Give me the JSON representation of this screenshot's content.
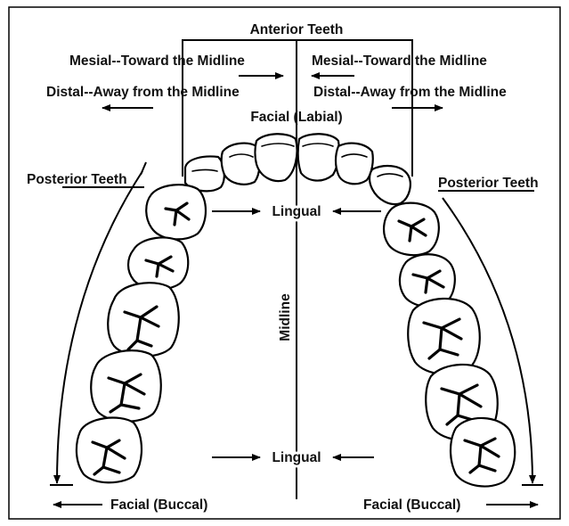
{
  "labels": {
    "anterior_teeth": "Anterior Teeth",
    "mesial_left": "Mesial--Toward the Midline",
    "mesial_right": "Mesial--Toward the Midline",
    "distal_left": "Distal--Away from the Midline",
    "distal_right": "Distal--Away from the Midline",
    "facial_labial": "Facial (Labial)",
    "posterior_left": "Posterior Teeth",
    "posterior_right": "Posterior Teeth",
    "lingual_top": "Lingual",
    "lingual_bottom": "Lingual",
    "midline": "Midline",
    "facial_buccal_left": "Facial (Buccal)",
    "facial_buccal_right": "Facial (Buccal)"
  },
  "colors": {
    "line": "#000000",
    "background": "#ffffff"
  }
}
